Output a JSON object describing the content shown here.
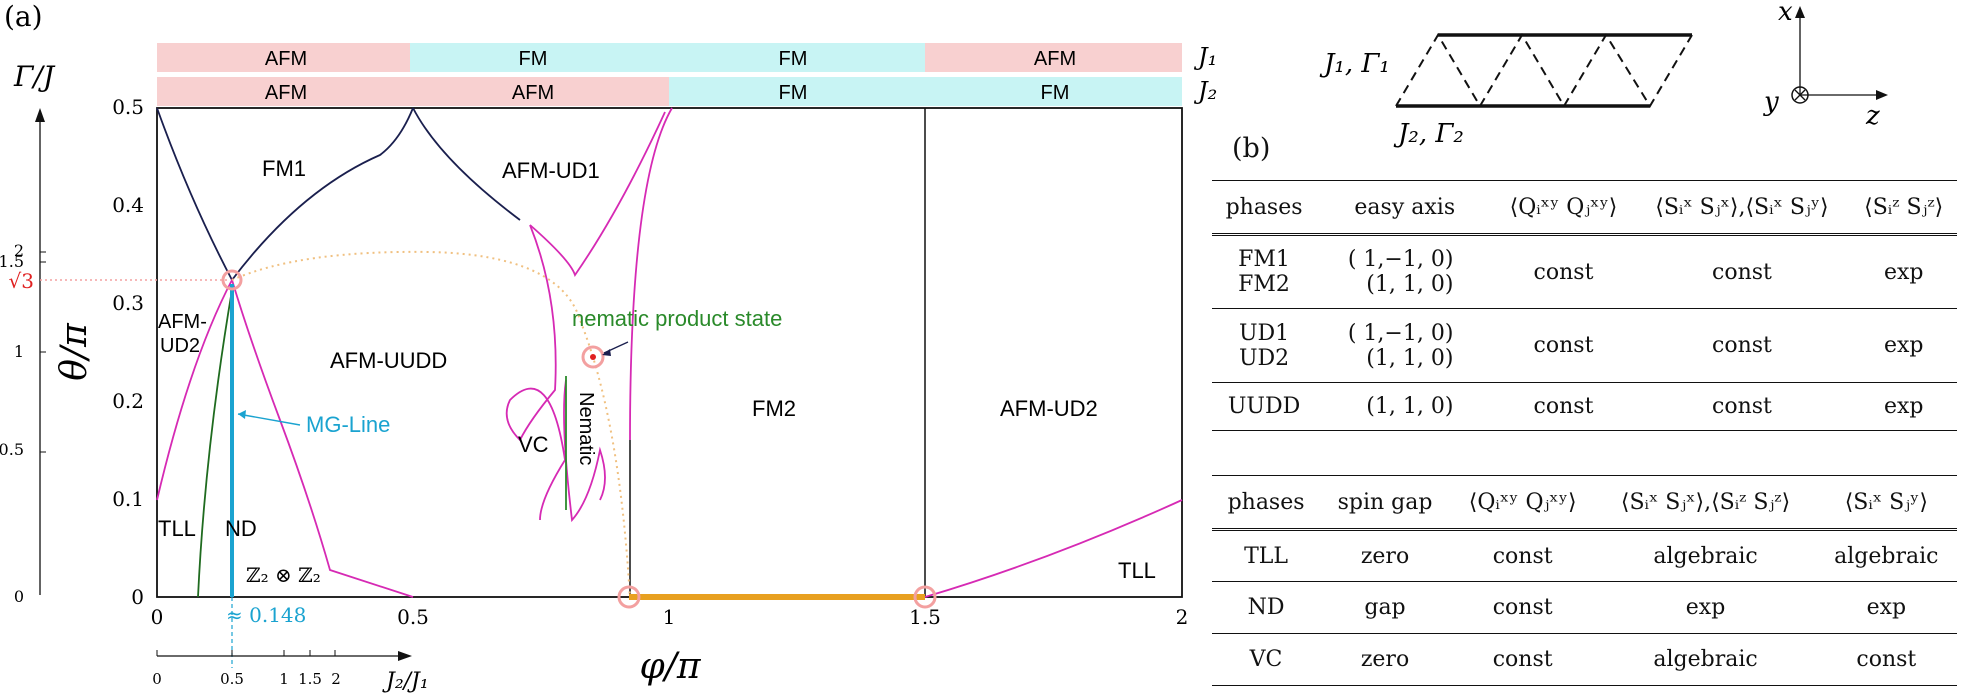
{
  "panel_a": {
    "label": "(a)",
    "x_axis_label": "φ/π",
    "y_axis_label": "θ/π",
    "x_ticks": [
      "0",
      "0.5",
      "1",
      "1.5",
      "2"
    ],
    "y_ticks": [
      "0",
      "0.1",
      "0.2",
      "0.3",
      "0.4",
      "0.5"
    ],
    "left_axis_label": "Γ/J",
    "left_ticks": [
      "0",
      "0.5",
      "1",
      "1.5",
      "2"
    ],
    "left_sqrt3": "√3",
    "bottom_axis_label": "J₂/J₁",
    "bottom_ticks": [
      "0",
      "0.5",
      "1",
      "1.5",
      "2"
    ],
    "mg_value": "≈ 0.148",
    "bars": {
      "j1_label": "J₁",
      "j2_label": "J₂",
      "j1": [
        {
          "label": "AFM",
          "color": "#f8d0d0"
        },
        {
          "label": "FM",
          "color": "#c8f4f4"
        },
        {
          "label": "FM",
          "color": "#c8f4f4"
        },
        {
          "label": "AFM",
          "color": "#f8d0d0"
        }
      ],
      "j2": [
        {
          "label": "AFM",
          "color": "#f8d0d0"
        },
        {
          "label": "AFM",
          "color": "#f8d0d0"
        },
        {
          "label": "FM",
          "color": "#c8f4f4"
        },
        {
          "label": "FM",
          "color": "#c8f4f4"
        }
      ]
    },
    "phases": {
      "fm1": "FM1",
      "afm_ud1": "AFM-UD1",
      "afm_ud2_left_1": "AFM-",
      "afm_ud2_left_2": "UD2",
      "afm_uudd": "AFM-UUDD",
      "vc": "VC",
      "nematic": "Nematic",
      "fm2": "FM2",
      "afm_ud2_right": "AFM-UD2",
      "tll_left": "TLL",
      "nd": "ND",
      "z2z2": "ℤ₂ ⊗ ℤ₂",
      "tll_right": "TLL"
    },
    "annotations": {
      "nematic_product_state": "nematic product state",
      "mg_line": "MG-Line"
    },
    "colors": {
      "magenta": "#d62ab4",
      "navy": "#1a1f4e",
      "green": "#1f6b1f",
      "cyan": "#1aa3d0",
      "orange": "#e8a020",
      "red": "#e02020",
      "nematic_green": "#2a8a2a"
    }
  },
  "lattice": {
    "label_top": "J₁, Γ₁",
    "label_bottom": "J₂, Γ₂",
    "axis_x": "x",
    "axis_y": "y",
    "axis_z": "z"
  },
  "panel_b": {
    "label": "(b)",
    "table1": {
      "headers": [
        "phases",
        "easy axis",
        "⟨Qᵢˣʸ Qⱼˣʸ⟩",
        "⟨Sᵢˣ Sⱼˣ⟩,⟨Sᵢˣ Sⱼʸ⟩",
        "⟨Sᵢᶻ Sⱼᶻ⟩"
      ],
      "rows": [
        {
          "phases": "FM1",
          "axis": "( 1,−1, 0)",
          "q": "const",
          "s": "const",
          "z": "exp"
        },
        {
          "phases": "FM2",
          "axis": "(1, 1, 0)",
          "q": "",
          "s": "",
          "z": ""
        },
        {
          "phases": "UD1",
          "axis": "( 1,−1, 0)",
          "q": "const",
          "s": "const",
          "z": "exp"
        },
        {
          "phases": "UD2",
          "axis": "(1, 1, 0)",
          "q": "",
          "s": "",
          "z": ""
        },
        {
          "phases": "UUDD",
          "axis": "(1, 1, 0)",
          "q": "const",
          "s": "const",
          "z": "exp"
        }
      ]
    },
    "table2": {
      "headers": [
        "phases",
        "spin gap",
        "⟨Qᵢˣʸ Qⱼˣʸ⟩",
        "⟨Sᵢˣ Sⱼˣ⟩,⟨Sᵢᶻ Sⱼᶻ⟩",
        "⟨Sᵢˣ Sⱼʸ⟩"
      ],
      "rows": [
        {
          "phases": "TLL",
          "gap": "zero",
          "q": "const",
          "s": "algebraic",
          "xy": "algebraic"
        },
        {
          "phases": "ND",
          "gap": "gap",
          "q": "const",
          "s": "exp",
          "xy": "exp"
        },
        {
          "phases": "VC",
          "gap": "zero",
          "q": "const",
          "s": "algebraic",
          "xy": "const"
        }
      ]
    }
  }
}
